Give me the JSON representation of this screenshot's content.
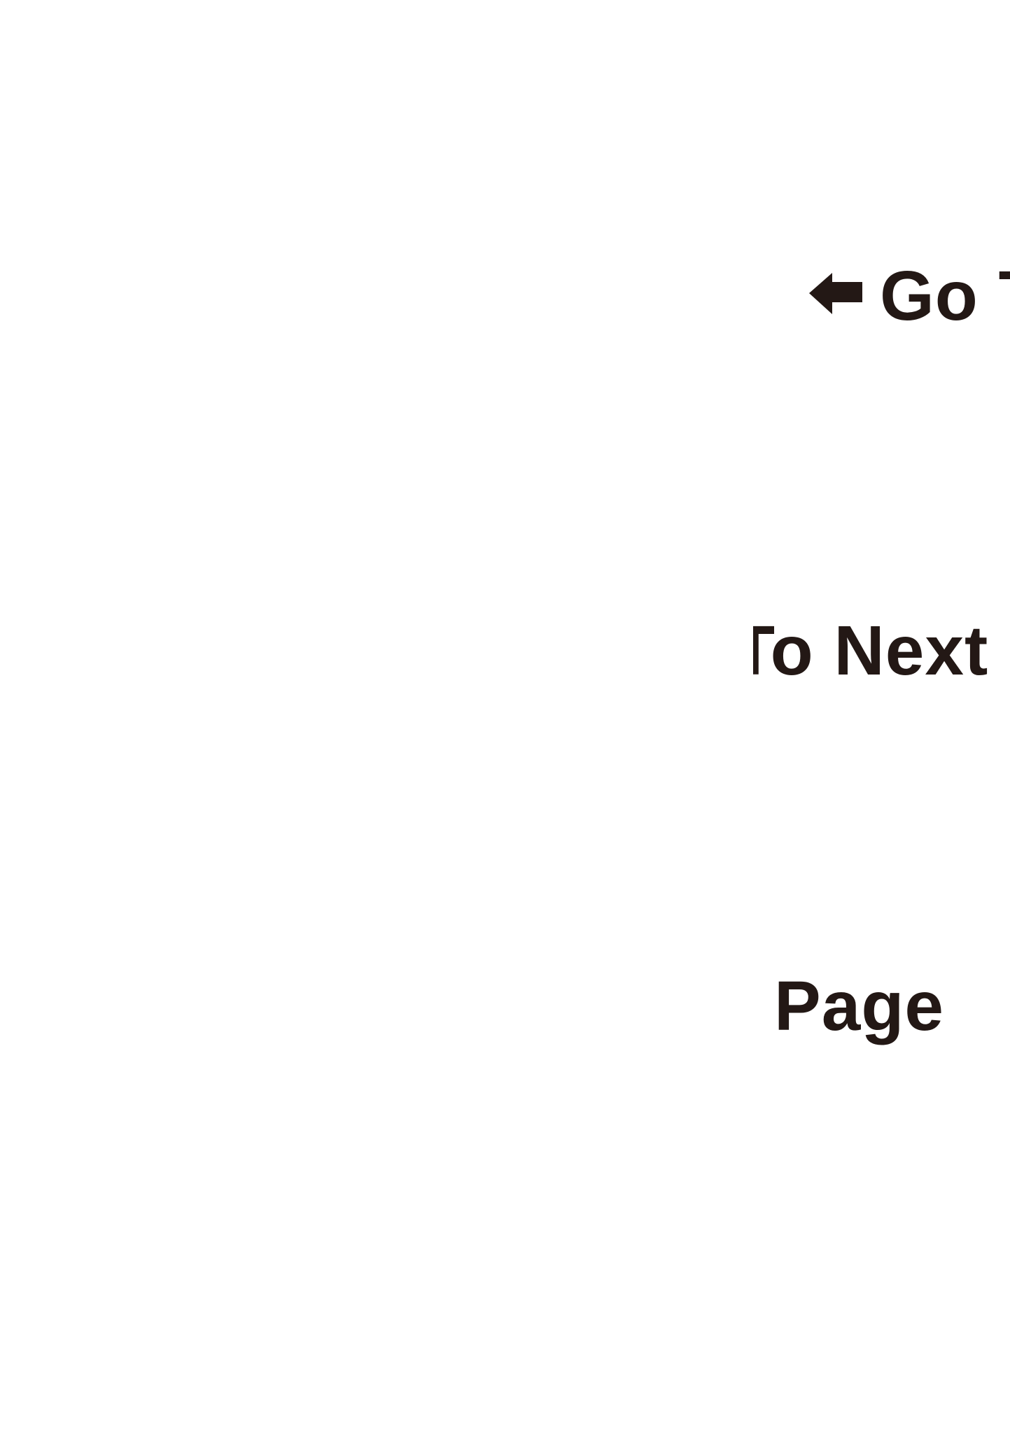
{
  "nav_text": {
    "line1": "Go T",
    "line2": "To Next",
    "line3": "Page"
  },
  "icons": {
    "arrow": "arrow-left-icon"
  },
  "colors": {
    "text": "#231815",
    "background": "#ffffff"
  }
}
